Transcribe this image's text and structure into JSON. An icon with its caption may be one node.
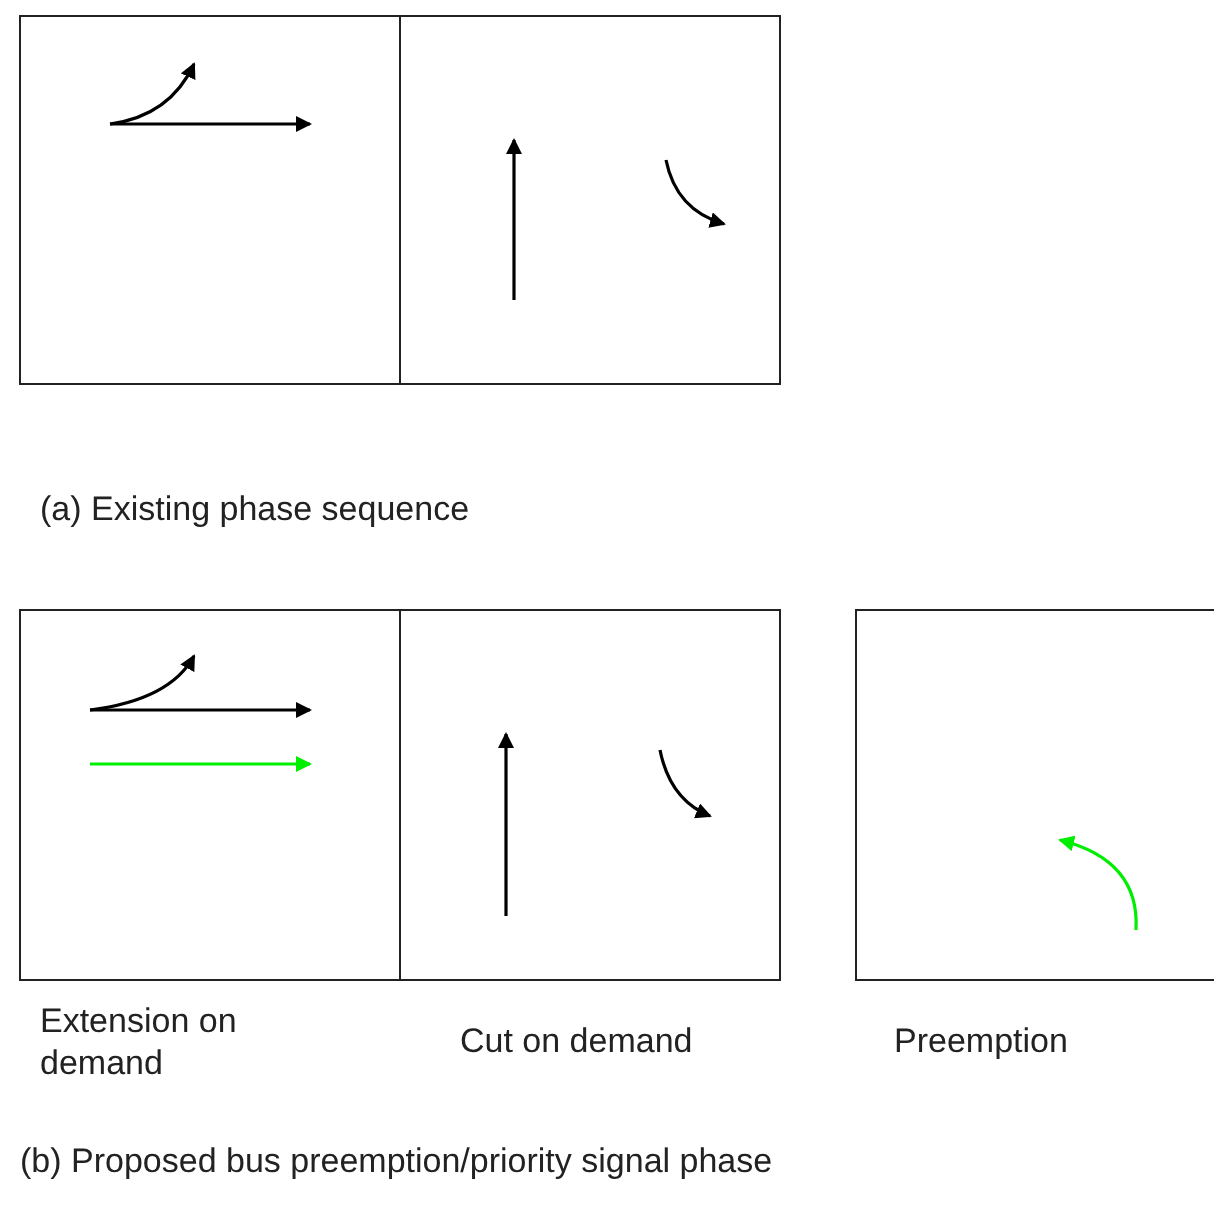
{
  "diagram": {
    "labels": [
      "(a) Existing phase sequence",
      "Extension on demand",
      "Cut on demand",
      "Preemption",
      "(b) Proposed bus preemption/priority signal phase"
    ]
  }
}
